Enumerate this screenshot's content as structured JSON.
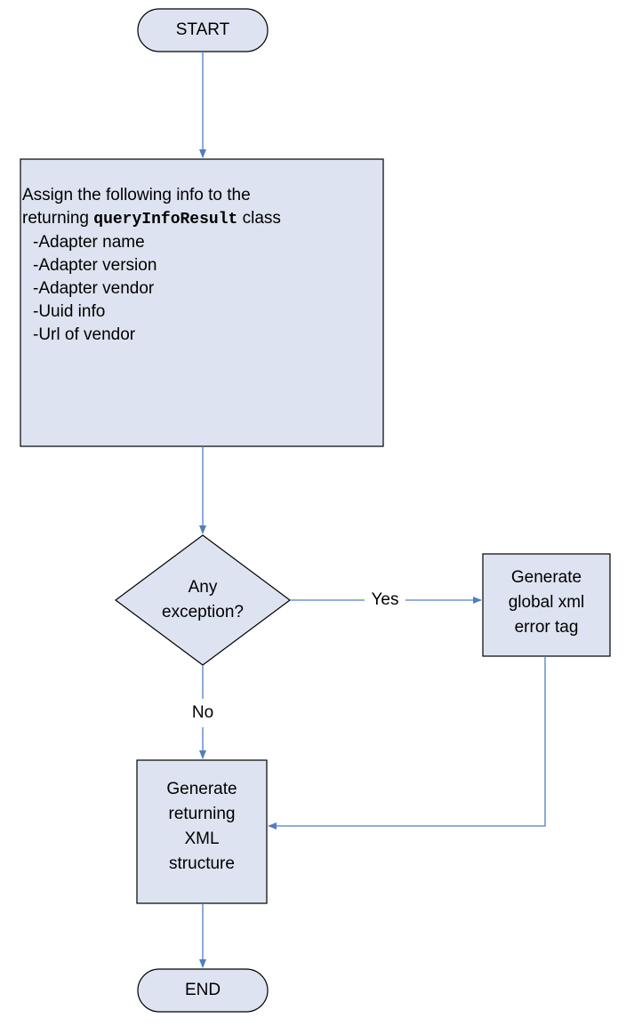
{
  "colors": {
    "box_fill": "#dde3f0",
    "stroke": "#000000",
    "arrow": "#4f7ec2"
  },
  "start": {
    "label": "START"
  },
  "assign": {
    "text_1": "Assign the following info to the",
    "text_2_prefix": "returning ",
    "text_2_code": "queryInfoResult",
    "text_2_suffix": " class",
    "items": [
      "-Adapter name",
      "-Adapter version",
      "-Adapter vendor",
      "-Uuid info",
      "-Url of vendor"
    ]
  },
  "decision": {
    "line_1": "Any",
    "line_2": "exception?"
  },
  "yes_label": "Yes",
  "no_label": "No",
  "error_box": {
    "line_1": "Generate",
    "line_2": "global xml",
    "line_3": "error tag"
  },
  "xml_box": {
    "line_1": "Generate",
    "line_2": "returning",
    "line_3": "XML",
    "line_4": "structure"
  },
  "end": {
    "label": "END"
  }
}
